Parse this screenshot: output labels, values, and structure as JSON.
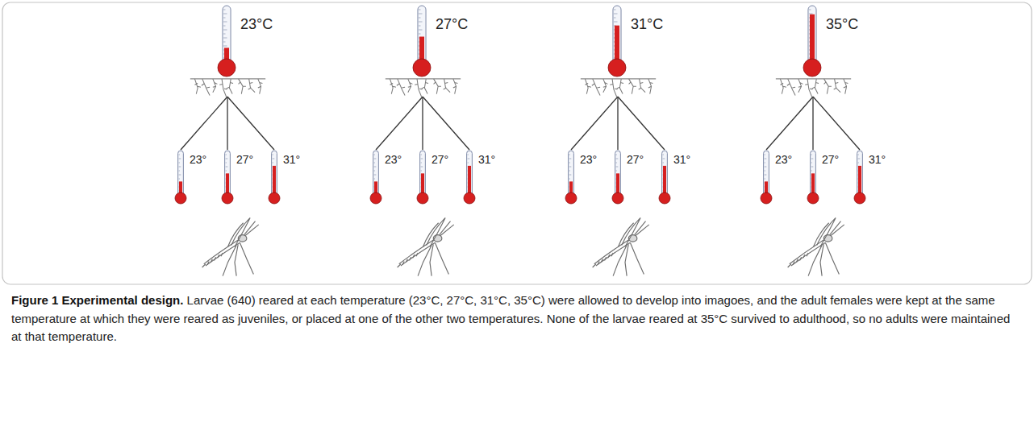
{
  "diagram": {
    "title": "Figure 1 Experimental design.",
    "caption": "Larvae (640) reared at each temperature (23°C, 27°C, 31°C, 35°C) were allowed to develop into imagoes, and the adult females were kept at the same temperature at which they were reared as juveniles, or placed at one of the other two temperatures. None of the larvae reared at 35°C survived to adulthood, so no adults were maintained at that temperature.",
    "nodes": [
      {
        "text": [
          "23°C"
        ]
      },
      {
        "text": [
          "27°C"
        ]
      },
      {
        "text": [
          "31°C"
        ]
      },
      {
        "text": [
          "35°C"
        ]
      },
      {
        "text": [
          "23°"
        ]
      },
      {
        "text": [
          "27°"
        ]
      },
      {
        "text": [
          "31°"
        ]
      },
      {
        "text": [
          "23°"
        ]
      },
      {
        "text": [
          "27°"
        ]
      },
      {
        "text": [
          "31°"
        ]
      },
      {
        "text": [
          "23°"
        ]
      },
      {
        "text": [
          "27°"
        ]
      },
      {
        "text": [
          "31°"
        ]
      },
      {
        "text": [
          "23°"
        ]
      },
      {
        "text": [
          "27°"
        ]
      },
      {
        "text": [
          "31°"
        ]
      }
    ],
    "edges": [
      {
        "from": 0,
        "to": 4,
        "arrow": "none"
      },
      {
        "from": 0,
        "to": 5,
        "arrow": "none"
      },
      {
        "from": 0,
        "to": 6,
        "arrow": "none"
      },
      {
        "from": 1,
        "to": 7,
        "arrow": "none"
      },
      {
        "from": 1,
        "to": 8,
        "arrow": "none"
      },
      {
        "from": 1,
        "to": 9,
        "arrow": "none"
      },
      {
        "from": 2,
        "to": 10,
        "arrow": "none"
      },
      {
        "from": 2,
        "to": 11,
        "arrow": "none"
      },
      {
        "from": 2,
        "to": 12,
        "arrow": "none"
      },
      {
        "from": 3,
        "to": 13,
        "arrow": "none"
      },
      {
        "from": 3,
        "to": 14,
        "arrow": "none"
      },
      {
        "from": 3,
        "to": 15,
        "arrow": "none"
      }
    ]
  }
}
